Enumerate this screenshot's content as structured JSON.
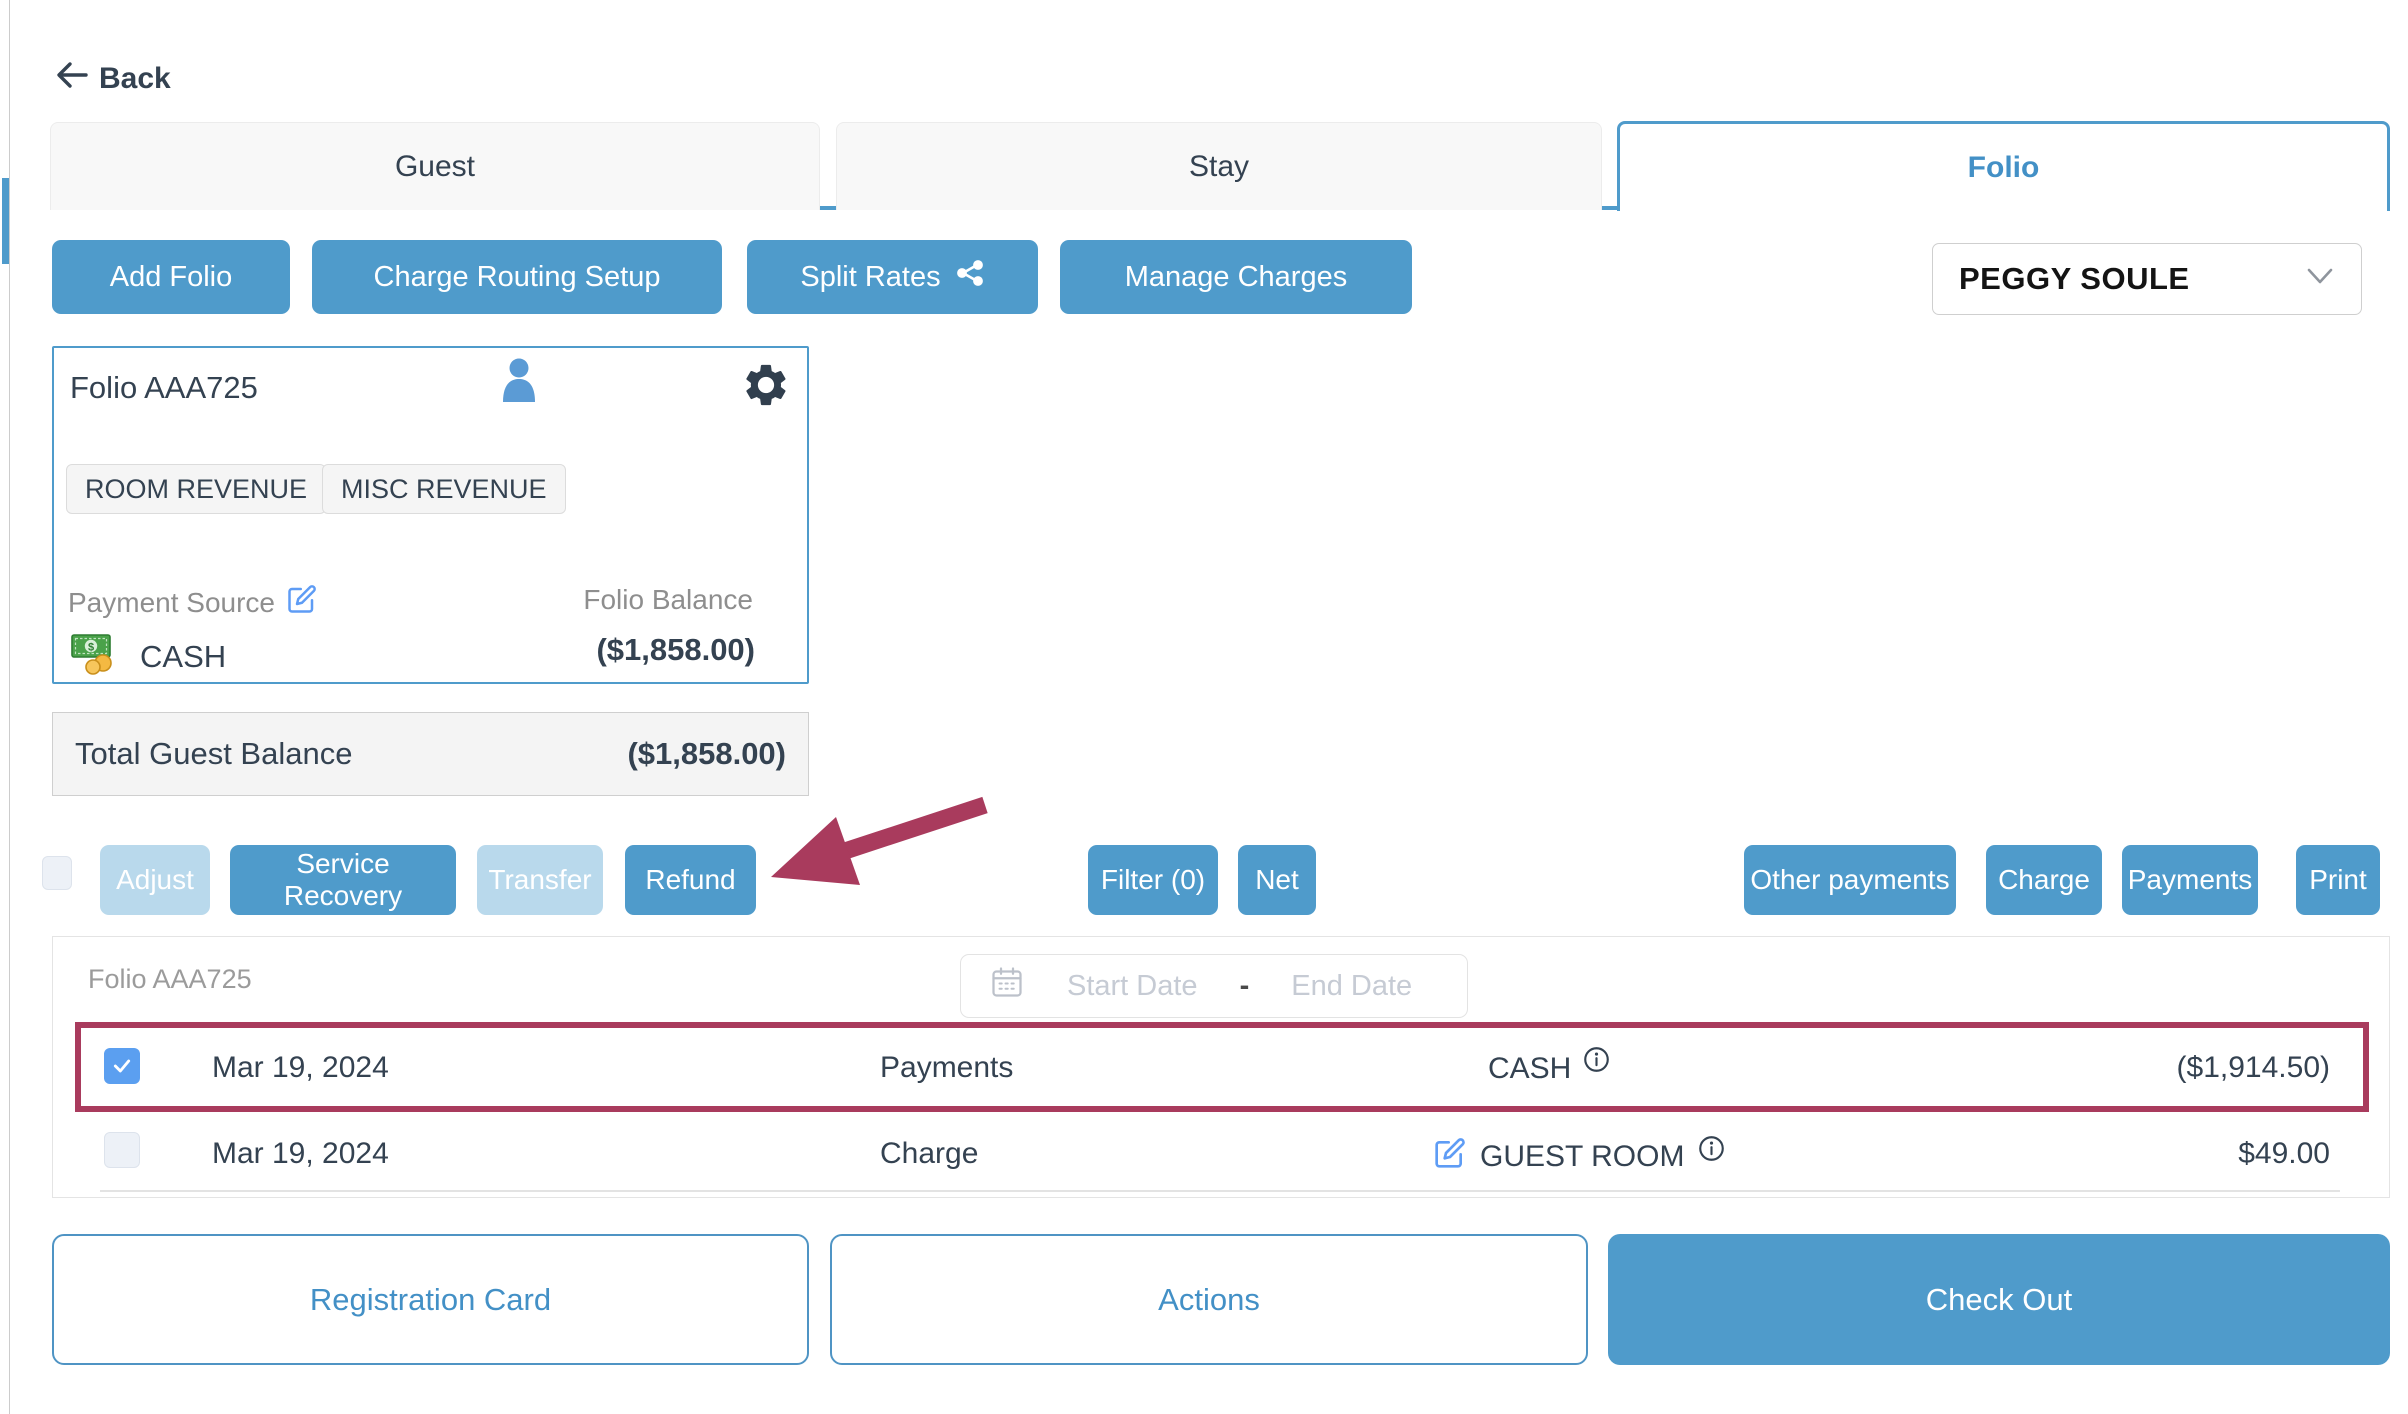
{
  "colors": {
    "primary_blue": "#4f9bcb",
    "active_tab_text": "#4390c6",
    "disabled_button_blue": "#b9d9ec",
    "annotation_maroon": "#a93b5d",
    "dark_text": "#344251"
  },
  "header": {
    "back_label": "Back"
  },
  "tabs": {
    "guest": "Guest",
    "stay": "Stay",
    "folio": "Folio"
  },
  "toolbar": {
    "add_folio": "Add Folio",
    "charge_routing_setup": "Charge Routing Setup",
    "split_rates": "Split Rates",
    "manage_charges": "Manage Charges"
  },
  "guest_selector": {
    "value": "PEGGY SOULE"
  },
  "folio_card": {
    "title": "Folio AAA725",
    "tags": {
      "room": "ROOM REVENUE",
      "misc": "MISC REVENUE"
    },
    "payment_source": {
      "label": "Payment Source",
      "value": "CASH"
    },
    "balance": {
      "label": "Folio Balance",
      "value": "($1,858.00)"
    }
  },
  "total_guest_balance": {
    "label": "Total Guest Balance",
    "value": "($1,858.00)"
  },
  "action_bar": {
    "adjust": "Adjust",
    "service_recovery": "Service Recovery",
    "transfer": "Transfer",
    "refund": "Refund",
    "filter": "Filter (0)",
    "net": "Net",
    "other_payments": "Other payments",
    "charge": "Charge",
    "payments": "Payments",
    "print": "Print"
  },
  "transactions": {
    "folio_label": "Folio AAA725",
    "date_filter": {
      "start_placeholder": "Start Date",
      "separator": "-",
      "end_placeholder": "End Date"
    },
    "rows": [
      {
        "date": "Mar 19, 2024",
        "type": "Payments",
        "description": "CASH",
        "amount": "($1,914.50)"
      },
      {
        "date": "Mar 19, 2024",
        "type": "Charge",
        "description": "GUEST ROOM",
        "amount": "$49.00"
      }
    ]
  },
  "footer": {
    "registration_card": "Registration Card",
    "actions": "Actions",
    "check_out": "Check Out"
  },
  "icons": {
    "cash_symbol": "$"
  }
}
